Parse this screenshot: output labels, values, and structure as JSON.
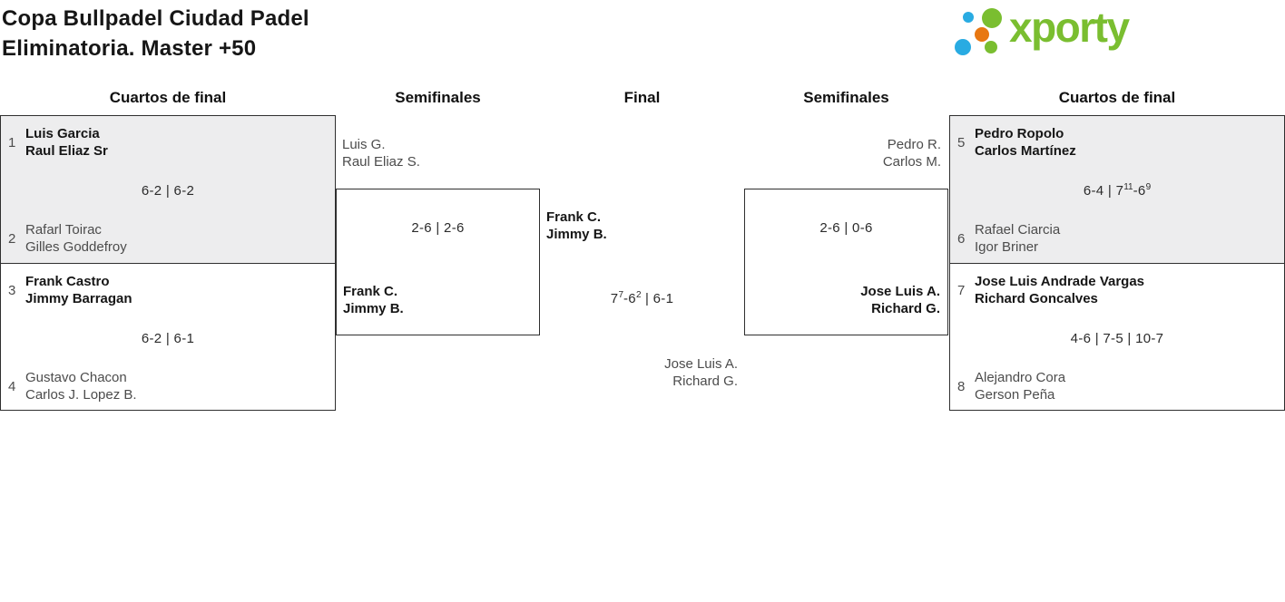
{
  "page": {
    "title_line1": "Copa Bullpadel Ciudad Padel",
    "title_line2": "Eliminatoria. Master +50"
  },
  "logo": {
    "text": "xporty",
    "colors": {
      "green": "#7abe30",
      "blue": "#29abe2",
      "orange": "#e87711"
    }
  },
  "columns": [
    "Cuartos de final",
    "Semifinales",
    "Final",
    "Semifinales",
    "Cuartos de final"
  ],
  "matches": {
    "qf_left_top": {
      "seed_a": "1",
      "team_a": [
        "Luis Garcia",
        "Raul Eliaz Sr"
      ],
      "score": "6-2 | 6-2",
      "seed_b": "2",
      "team_b": [
        "Rafarl Toirac",
        "Gilles Goddefroy"
      ]
    },
    "qf_left_bottom": {
      "seed_a": "3",
      "team_a": [
        "Frank Castro",
        "Jimmy Barragan"
      ],
      "score": "6-2 | 6-1",
      "seed_b": "4",
      "team_b": [
        "Gustavo Chacon",
        "Carlos J. Lopez B."
      ]
    },
    "sf_left": {
      "team_a": [
        "Luis G.",
        "Raul Eliaz S."
      ],
      "score": "2-6 | 2-6",
      "team_b": [
        "Frank C.",
        "Jimmy B."
      ]
    },
    "final": {
      "team_a": [
        "Frank C.",
        "Jimmy B."
      ],
      "score_parts": [
        {
          "t": "7"
        },
        {
          "t": "7",
          "sup": true
        },
        {
          "t": "-6"
        },
        {
          "t": "2",
          "sup": true
        },
        {
          "t": " | 6-1"
        }
      ],
      "team_b": [
        "Jose Luis A.",
        "Richard G."
      ]
    },
    "sf_right": {
      "team_a": [
        "Pedro R.",
        "Carlos M."
      ],
      "score": "2-6 | 0-6",
      "team_b": [
        "Jose Luis A.",
        "Richard G."
      ]
    },
    "qf_right_top": {
      "seed_a": "5",
      "team_a": [
        "Pedro Ropolo",
        "Carlos Martínez"
      ],
      "score_parts": [
        {
          "t": "6-4 | 7"
        },
        {
          "t": "11",
          "sup": true
        },
        {
          "t": "-6"
        },
        {
          "t": "9",
          "sup": true
        }
      ],
      "seed_b": "6",
      "team_b": [
        "Rafael Ciarcia",
        "Igor Briner"
      ]
    },
    "qf_right_bottom": {
      "seed_a": "7",
      "team_a": [
        "Jose Luis Andrade Vargas",
        "Richard Goncalves"
      ],
      "score": "4-6 | 7-5 | 10-7",
      "seed_b": "8",
      "team_b": [
        "Alejandro Cora",
        "Gerson Peña"
      ]
    }
  }
}
